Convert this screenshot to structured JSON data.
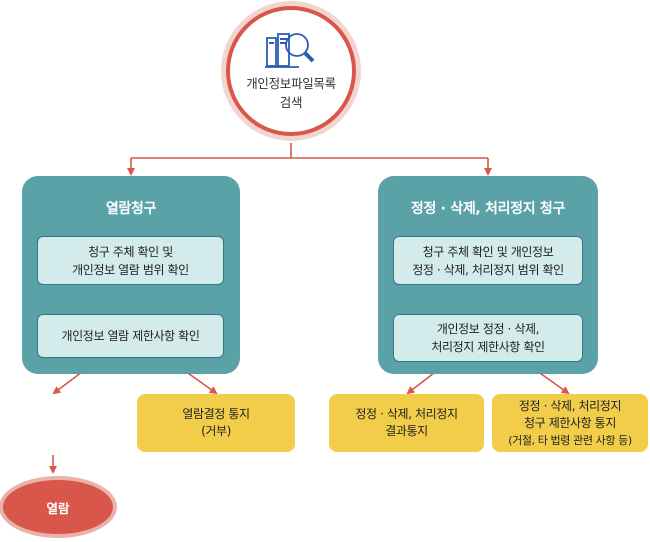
{
  "start": {
    "title_lines": [
      "개인정보파일목록",
      "검색"
    ],
    "icon": "search-document-icon"
  },
  "left_panel": {
    "title": "열람청구",
    "step1_lines": [
      "청구 주체 확인 및",
      "개인정보 열람 범위 확인"
    ],
    "step2_lines": [
      "개인정보 열람 제한사항 확인"
    ]
  },
  "right_panel": {
    "title": "정정 · 삭제, 처리정지 청구",
    "step1_lines": [
      "청구 주체 확인 및 개인정보",
      "정정 · 삭제, 처리정지 범위 확인"
    ],
    "step2_lines": [
      "개인정보 정정 · 삭제,",
      "처리정지 제한사항 확인"
    ]
  },
  "outcomes": {
    "view_decision_lines": [
      "열람결정 통지",
      "(거부)"
    ],
    "correction_result_lines": [
      "정정 · 삭제, 처리정지",
      "결과통지"
    ],
    "restriction_notice_lines": [
      "정정 · 삭제, 처리정지",
      "청구 제한사항 통지",
      "(거절, 타 법령 관련 사항 등)"
    ],
    "view_label": "열람"
  },
  "colors": {
    "accent": "#d9574a",
    "panel": "#5aa2a8",
    "inner": "#d4ebec",
    "yellow": "#f1cd4a",
    "icon": "#2a5db0"
  }
}
